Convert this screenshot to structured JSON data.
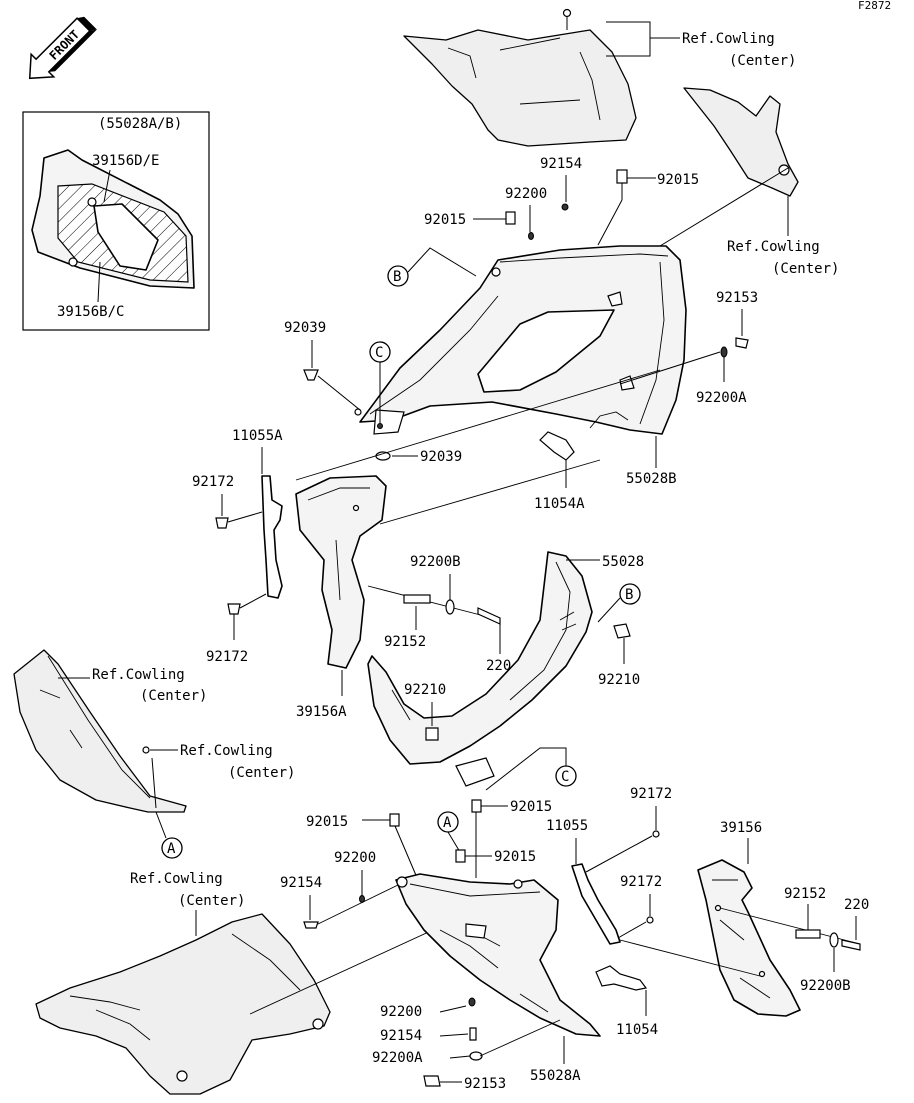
{
  "figure_code": "F2872",
  "direction_marker": "FRONT",
  "inset": {
    "title": "(55028A/B)",
    "labels": [
      "39156D/E",
      "39156B/C"
    ]
  },
  "callouts": {
    "a": "A",
    "b": "B",
    "c": "C"
  },
  "ref_label": {
    "line1": "Ref.Cowling",
    "line2": "(Center)"
  },
  "parts": {
    "p92015": "92015",
    "p92154": "92154",
    "p92200": "92200",
    "p92039": "92039",
    "p92153": "92153",
    "p92200A": "92200A",
    "p55028B": "55028B",
    "p11054A": "11054A",
    "p11055A": "11055A",
    "p92172": "92172",
    "p92200B": "92200B",
    "p55028": "55028",
    "p92152": "92152",
    "p220": "220",
    "p92210": "92210",
    "p39156A": "39156A",
    "p11055": "11055",
    "p39156": "39156",
    "p11054": "11054",
    "p55028A": "55028A"
  }
}
